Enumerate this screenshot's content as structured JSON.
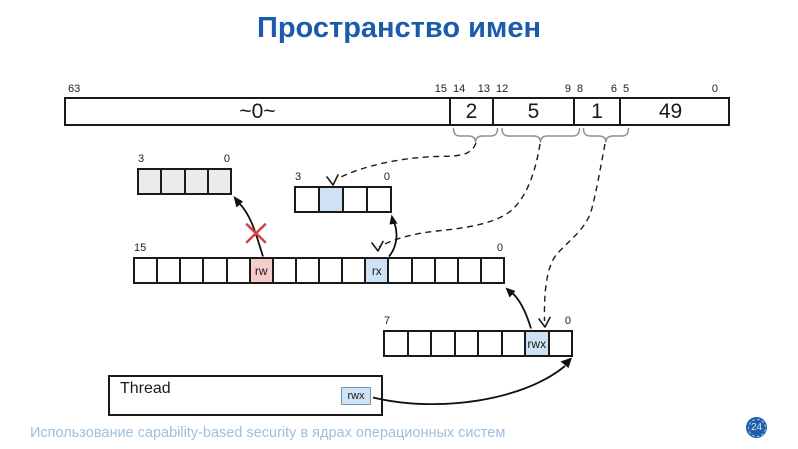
{
  "title": "Пространство имен",
  "top_bar": {
    "fields": [
      {
        "value": "~0~",
        "high_bit": "63",
        "low_bit": "15"
      },
      {
        "value": "2",
        "high_bit": "14",
        "low_bit": "13"
      },
      {
        "value": "5",
        "high_bit": "12",
        "low_bit": "9"
      },
      {
        "value": "1",
        "high_bit": "8",
        "low_bit": "6"
      },
      {
        "value": "49",
        "high_bit": "5",
        "low_bit": "0"
      }
    ]
  },
  "arrays": {
    "gray4": {
      "high_bit": "3",
      "low_bit": "0",
      "cells": [
        {
          "fill": "cell_gray"
        },
        {
          "fill": "cell_gray"
        },
        {
          "fill": "cell_gray"
        },
        {
          "fill": "cell_gray"
        }
      ]
    },
    "idx4": {
      "high_bit": "3",
      "low_bit": "0",
      "cells": [
        {},
        {
          "fill": "cell_blue",
          "name": "selected-cell"
        },
        {},
        {}
      ]
    },
    "perm16": {
      "high_bit": "15",
      "low_bit": "0",
      "cells": [
        {},
        {},
        {},
        {},
        {},
        {
          "text": "rw",
          "fill": "cell_pink",
          "name": "rw-cell"
        },
        {},
        {},
        {},
        {},
        {
          "text": "rx",
          "fill": "cell_blue",
          "name": "rx-cell"
        },
        {},
        {},
        {},
        {},
        {}
      ]
    },
    "perm8": {
      "high_bit": "7",
      "low_bit": "0",
      "cells": [
        {},
        {},
        {},
        {},
        {},
        {},
        {
          "text": "rwx",
          "fill": "cell_blue",
          "name": "rwx-cell"
        },
        {}
      ]
    }
  },
  "thread": {
    "label": "Thread",
    "badge": "rwx"
  },
  "footer": {
    "text": "Использование capability-based security в ядрах операционных систем",
    "page": "24"
  },
  "colors": {
    "accent": "#1a5cab",
    "cell_blue": "#cfe2f3",
    "cell_pink": "#f4cccc",
    "cell_gray": "#ebebeb",
    "footer_text": "#9fbfdb",
    "cross_red": "#d84040",
    "brace_gray": "#8f8f8f"
  }
}
